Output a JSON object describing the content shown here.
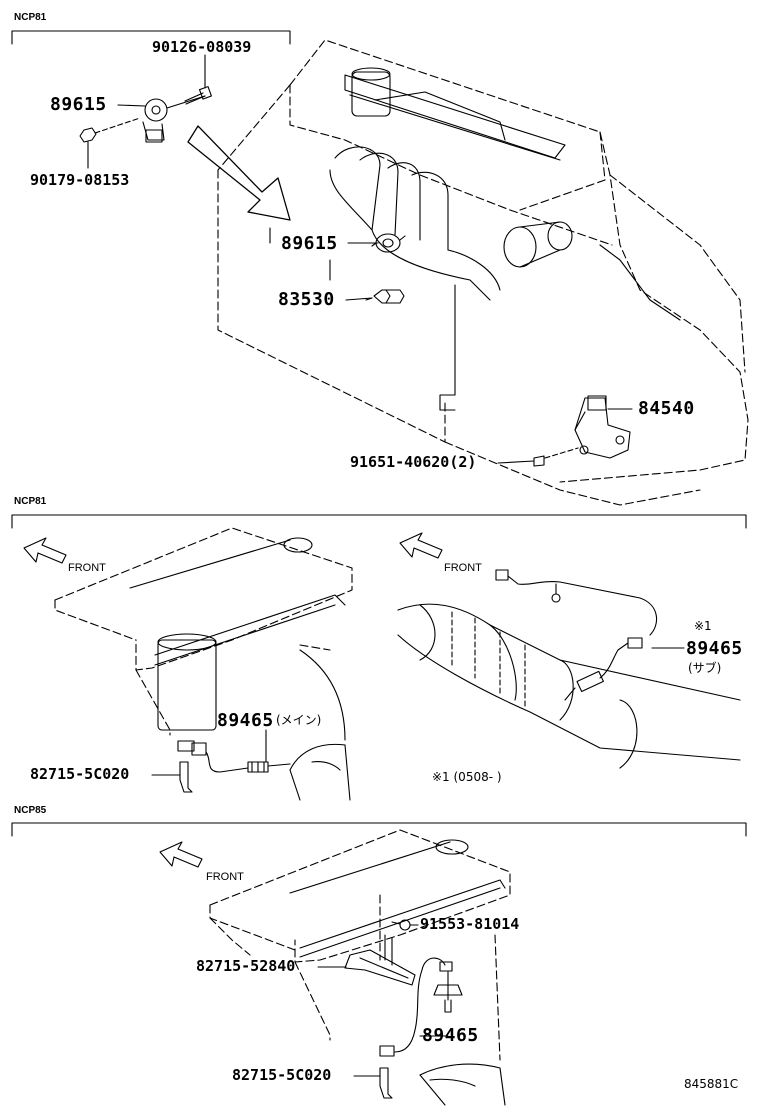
{
  "colors": {
    "line": "#000000",
    "background": "#ffffff"
  },
  "sections": [
    {
      "header": "NCP81",
      "labels": {
        "p1": "90126-08039",
        "p2": "89615",
        "p3": "90179-08153",
        "p4": "89615",
        "p5": "83530",
        "p6": "84540",
        "p7": "91651-40620(2)"
      }
    },
    {
      "header": "NCP81",
      "front_left": "FRONT",
      "front_right": "FRONT",
      "labels": {
        "main_part": "89465",
        "main_note": "(メイン)",
        "bracket": "82715-5C020",
        "sub_mark": "※1",
        "sub_part": "89465",
        "sub_note": "(サブ)",
        "footnote": "※1 (0508-     )"
      }
    },
    {
      "header": "NCP85",
      "front": "FRONT",
      "labels": {
        "bolt": "91553-81014",
        "bracket_a": "82715-52840",
        "sensor": "89465",
        "bracket_b": "82715-5C020"
      }
    }
  ],
  "figure_id": "845881C"
}
